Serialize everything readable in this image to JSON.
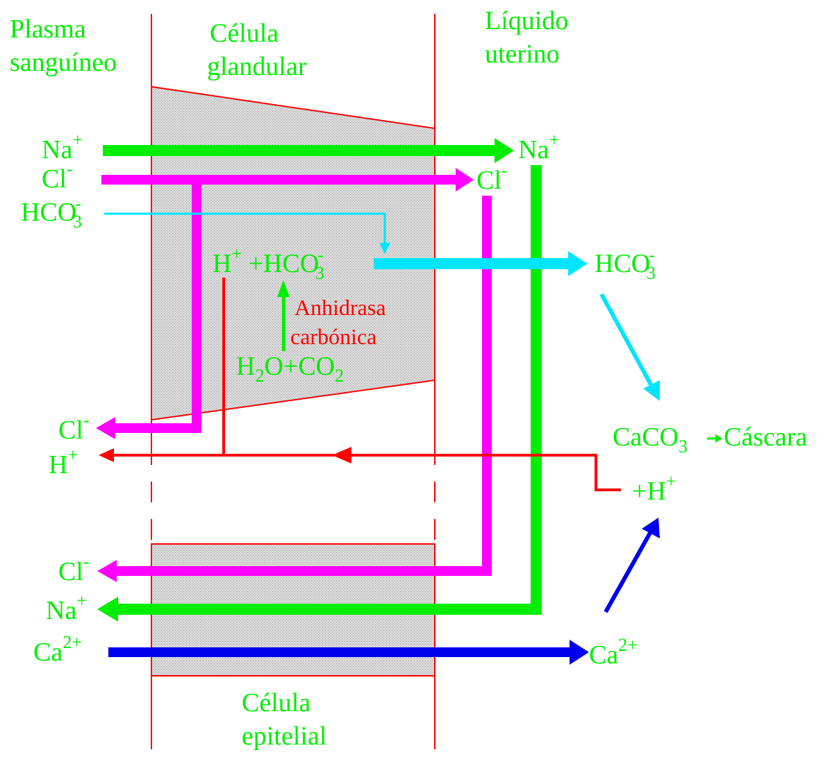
{
  "colors": {
    "green": "#00ee00",
    "magenta": "#ff00ff",
    "cyan": "#00e5ff",
    "red": "#ff0000",
    "blue": "#0000ee",
    "cell_fill": "#d4d4d4"
  },
  "regions": {
    "plasma_line1": "Plasma",
    "plasma_line2": "sanguíneo",
    "gland_line1": "Célula",
    "gland_line2": "glandular",
    "uterine_line1": "Líquido",
    "uterine_line2": "uterino",
    "epi_line1": "Célula",
    "epi_line2": "epitelial"
  },
  "ions": {
    "na": "Na",
    "plus": "+",
    "cl": "Cl",
    "minus": "-",
    "hco": "HCO",
    "three": "3",
    "h": "H",
    "ca": "Ca",
    "two_plus": "2+"
  },
  "reaction": {
    "h_plus_hco3": "H + HCO",
    "enzyme_line1": "Anhidrasa",
    "enzyme_line2": "carbónica",
    "h2o_co2_a": "H",
    "h2o_co2_b": "O+CO",
    "two": "2"
  },
  "products": {
    "caco": "CaCO",
    "three": "3",
    "shell": "Cáscara",
    "plus_h": "+H",
    "plus": "+"
  }
}
